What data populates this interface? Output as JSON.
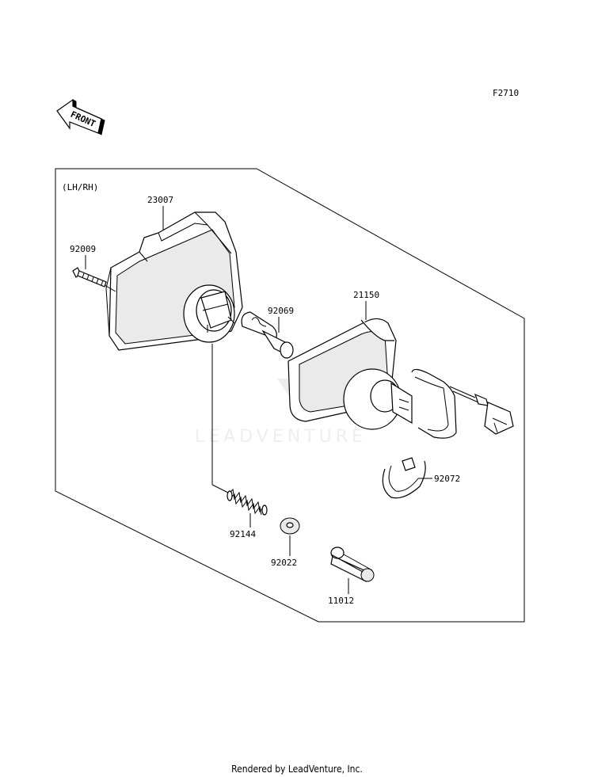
{
  "figure_code": "F2710",
  "front_label": "FRONT",
  "variant_label": "(LH/RH)",
  "parts": [
    {
      "id": "23007"
    },
    {
      "id": "92009"
    },
    {
      "id": "92069"
    },
    {
      "id": "21150"
    },
    {
      "id": "92072"
    },
    {
      "id": "92144"
    },
    {
      "id": "92022"
    },
    {
      "id": "11012"
    }
  ],
  "watermark": "LEADVENTURE",
  "footer": "Rendered by LeadVenture, Inc."
}
